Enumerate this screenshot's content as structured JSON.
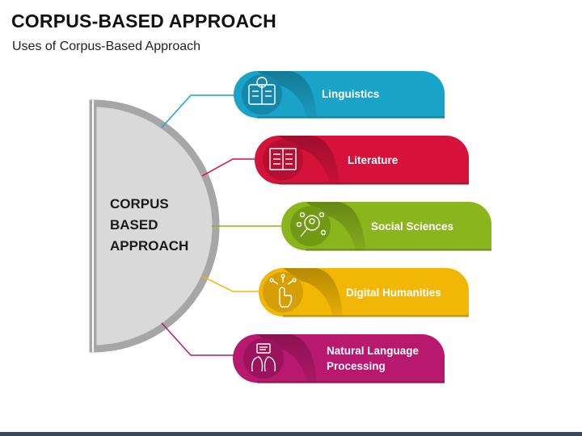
{
  "title": "CORPUS-BASED APPROACH",
  "subtitle": "Uses of Corpus-Based Approach",
  "center": {
    "line1": "CORPUS",
    "line2": "BASED",
    "line3": "APPROACH"
  },
  "items": [
    {
      "label": "Linguistics",
      "label2": "",
      "color": "#1aa3c8",
      "icon": "book-globe-icon"
    },
    {
      "label": "Literature",
      "label2": "",
      "color": "#d4123a",
      "icon": "open-book-icon"
    },
    {
      "label": "Social Sciences",
      "label2": "",
      "color": "#8ab51d",
      "icon": "network-search-icon"
    },
    {
      "label": "Digital Humanities",
      "label2": "",
      "color": "#f2b705",
      "icon": "touch-circuit-icon"
    },
    {
      "label": "Natural Language",
      "label2": "Processing",
      "color": "#b8186e",
      "icon": "chat-heads-icon"
    }
  ]
}
